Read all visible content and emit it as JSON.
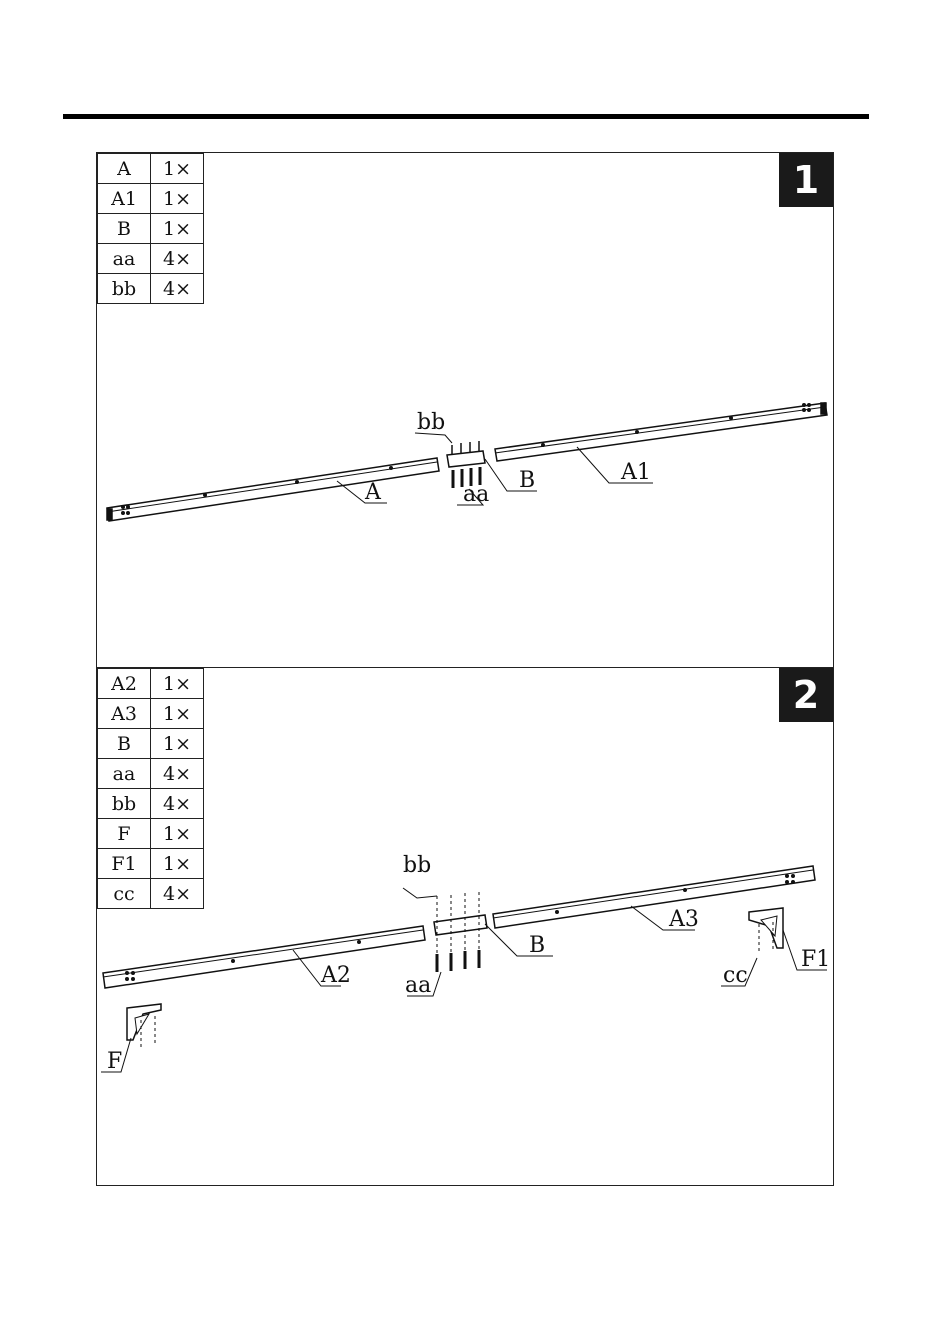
{
  "steps": [
    {
      "number": "1",
      "parts": [
        {
          "name": "A",
          "qty": "1×"
        },
        {
          "name": "A1",
          "qty": "1×"
        },
        {
          "name": "B",
          "qty": "1×"
        },
        {
          "name": "aa",
          "qty": "4×"
        },
        {
          "name": "bb",
          "qty": "4×"
        }
      ],
      "callouts": {
        "bb": "bb",
        "aa": "aa",
        "B": "B",
        "A": "A",
        "A1": "A1"
      }
    },
    {
      "number": "2",
      "parts": [
        {
          "name": "A2",
          "qty": "1×"
        },
        {
          "name": "A3",
          "qty": "1×"
        },
        {
          "name": "B",
          "qty": "1×"
        },
        {
          "name": "aa",
          "qty": "4×"
        },
        {
          "name": "bb",
          "qty": "4×"
        },
        {
          "name": "F",
          "qty": "1×"
        },
        {
          "name": "F1",
          "qty": "1×"
        },
        {
          "name": "cc",
          "qty": "4×"
        }
      ],
      "callouts": {
        "bb": "bb",
        "aa": "aa",
        "B": "B",
        "A2": "A2",
        "A3": "A3",
        "cc": "cc",
        "F1": "F1",
        "F": "F"
      }
    }
  ]
}
